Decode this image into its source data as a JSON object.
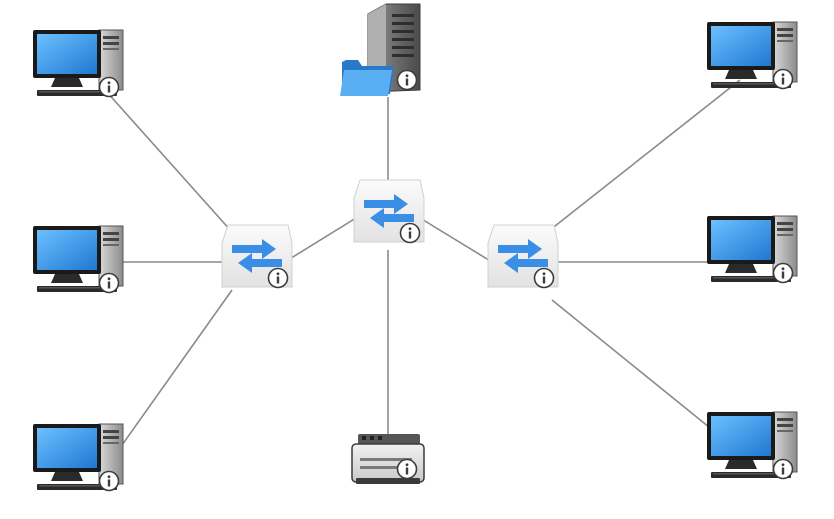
{
  "diagram": {
    "type": "network-topology",
    "nodes": [
      {
        "id": "pc-left-top",
        "kind": "computer",
        "info_icon": true
      },
      {
        "id": "pc-left-middle",
        "kind": "computer",
        "info_icon": true
      },
      {
        "id": "pc-left-bottom",
        "kind": "computer",
        "info_icon": true
      },
      {
        "id": "pc-right-top",
        "kind": "computer",
        "info_icon": true
      },
      {
        "id": "pc-right-middle",
        "kind": "computer",
        "info_icon": true
      },
      {
        "id": "pc-right-bottom",
        "kind": "computer",
        "info_icon": true
      },
      {
        "id": "file-server",
        "kind": "server-with-folder",
        "info_icon": true
      },
      {
        "id": "printer",
        "kind": "printer",
        "info_icon": true
      },
      {
        "id": "switch-left",
        "kind": "switch",
        "info_icon": true
      },
      {
        "id": "switch-center",
        "kind": "switch",
        "info_icon": true
      },
      {
        "id": "switch-right",
        "kind": "switch",
        "info_icon": true
      }
    ],
    "links": [
      [
        "pc-left-top",
        "switch-left"
      ],
      [
        "pc-left-middle",
        "switch-left"
      ],
      [
        "pc-left-bottom",
        "switch-left"
      ],
      [
        "switch-left",
        "switch-center"
      ],
      [
        "file-server",
        "switch-center"
      ],
      [
        "printer",
        "switch-center"
      ],
      [
        "switch-center",
        "switch-right"
      ],
      [
        "pc-right-top",
        "switch-right"
      ],
      [
        "pc-right-middle",
        "switch-right"
      ],
      [
        "pc-right-bottom",
        "switch-right"
      ]
    ],
    "colors": {
      "link": "#8a8a8a",
      "screen": "#2f8ee0",
      "switch_arrows": "#3a8ee6",
      "folder": "#4a9ee8",
      "info_icon": "#3c3c3c"
    }
  }
}
